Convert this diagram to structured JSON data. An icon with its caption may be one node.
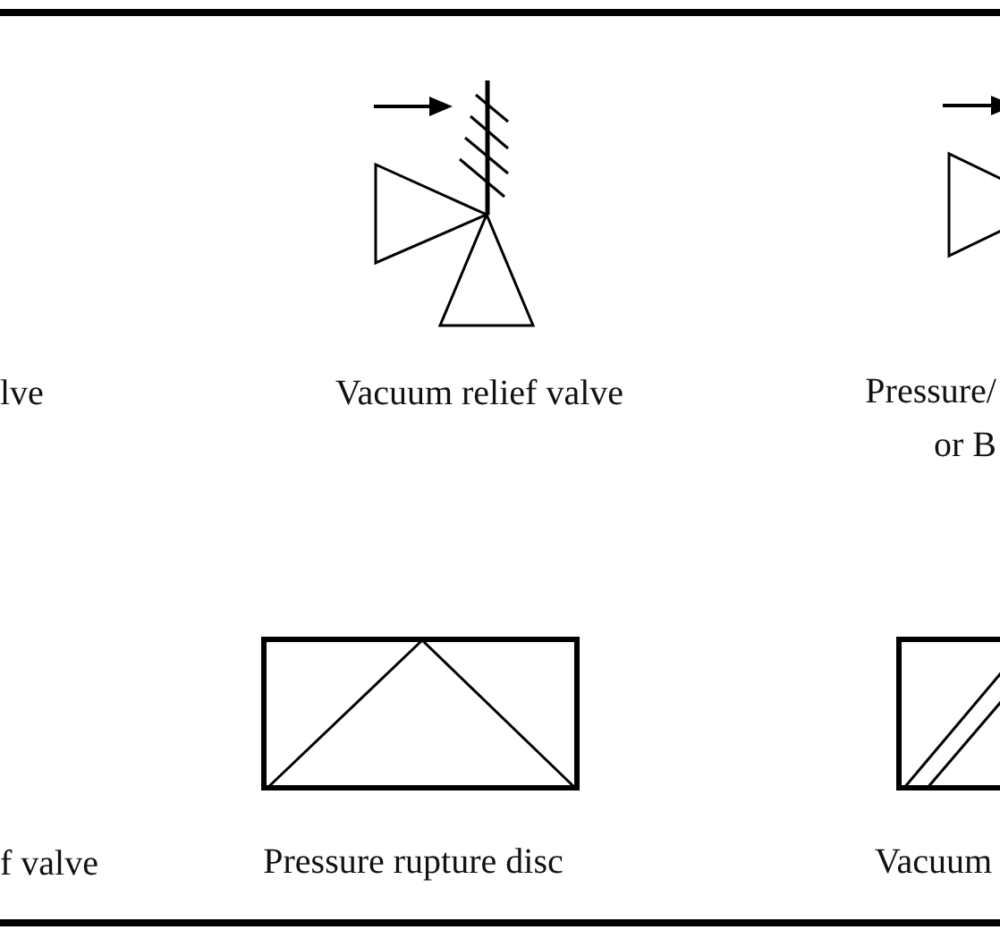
{
  "diagram": {
    "labels": [
      "lve",
      "Vacuum relief valve",
      "Pressure/ or B",
      "f valve",
      "Pressure rupture disc",
      "Vacuum"
    ]
  }
}
